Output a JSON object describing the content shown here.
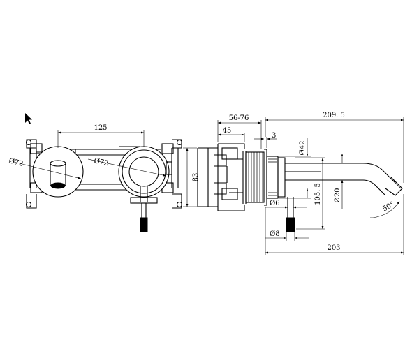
{
  "front_view": {
    "dim_125": "125",
    "dim_dia72_left": "Ø72",
    "dim_dia72_center": "Ø72"
  },
  "side_view": {
    "dim_56_76": "56-76",
    "dim_45": "45",
    "dim_3": "3",
    "dim_209_5": "209. 5",
    "dim_83": "83",
    "dim_dia42": "Ø42",
    "dim_105_5": "105. 5",
    "dim_dia20": "Ø20",
    "dim_50deg": "50°",
    "dim_dia6": "Ø6",
    "dim_dia8": "Ø8",
    "dim_203": "203"
  },
  "icons": {
    "cursor": "mouse-pointer-icon"
  }
}
